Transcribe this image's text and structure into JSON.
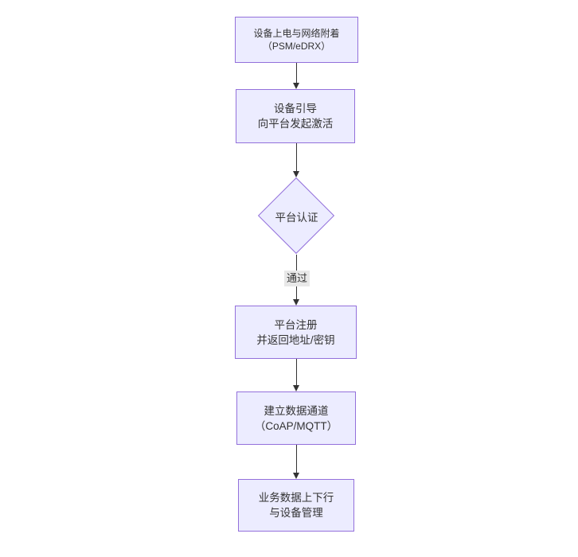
{
  "diagram": {
    "type": "flowchart",
    "direction": "top-down",
    "colors": {
      "background": "#ffffff",
      "node_fill": "#ececff",
      "node_border": "#9370db",
      "text": "#333333",
      "edge": "#333333",
      "edge_label_bg": "#e8e8e8"
    },
    "nodes": [
      {
        "id": "A",
        "shape": "rect",
        "line1": "设备上电与网络附着",
        "line2": "（PSM/eDRX）"
      },
      {
        "id": "B",
        "shape": "rect",
        "line1": "设备引导",
        "line2": "向平台发起激活"
      },
      {
        "id": "C",
        "shape": "diamond",
        "line1": "平台认证",
        "line2": ""
      },
      {
        "id": "D",
        "shape": "rect",
        "line1": "平台注册",
        "line2": "并返回地址/密钥"
      },
      {
        "id": "E",
        "shape": "rect",
        "line1": "建立数据通道",
        "line2": "（CoAP/MQTT）"
      },
      {
        "id": "F",
        "shape": "rect",
        "line1": "业务数据上下行",
        "line2": "与设备管理"
      }
    ],
    "edges": [
      {
        "from": "A",
        "to": "B",
        "label": ""
      },
      {
        "from": "B",
        "to": "C",
        "label": ""
      },
      {
        "from": "C",
        "to": "D",
        "label": "通过"
      },
      {
        "from": "D",
        "to": "E",
        "label": ""
      },
      {
        "from": "E",
        "to": "F",
        "label": ""
      }
    ]
  }
}
